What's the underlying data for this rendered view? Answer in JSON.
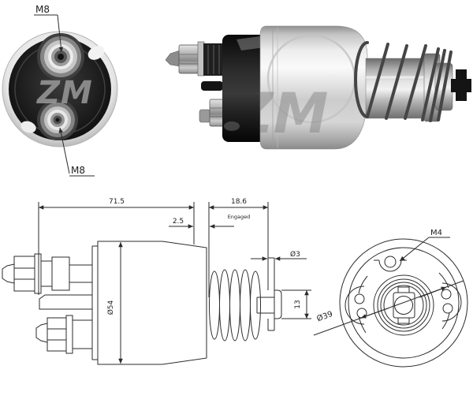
{
  "page": {
    "background": "#ffffff"
  },
  "photo_end_view": {
    "label_terminal_top": "M8",
    "label_terminal_bottom": "M8",
    "watermark": "ZM"
  },
  "photo_side_view": {
    "watermark": "ZM"
  },
  "drawing_side_view": {
    "dim_overall_length": "71.5",
    "dim_travel": "18.6",
    "dim_travel_note": "Engaged",
    "dim_gap": "2.5",
    "dim_pin_diameter": "Ø3",
    "dim_body_diameter": "Ø54",
    "dim_eyelet_height": "13"
  },
  "drawing_end_view": {
    "dim_screw": "M4",
    "dim_pilot_diameter": "Ø39"
  },
  "colors": {
    "line": "#2b2b2b",
    "photo_dark": "#161616",
    "metal_light": "#f2f2f2",
    "spring": "#454545"
  }
}
